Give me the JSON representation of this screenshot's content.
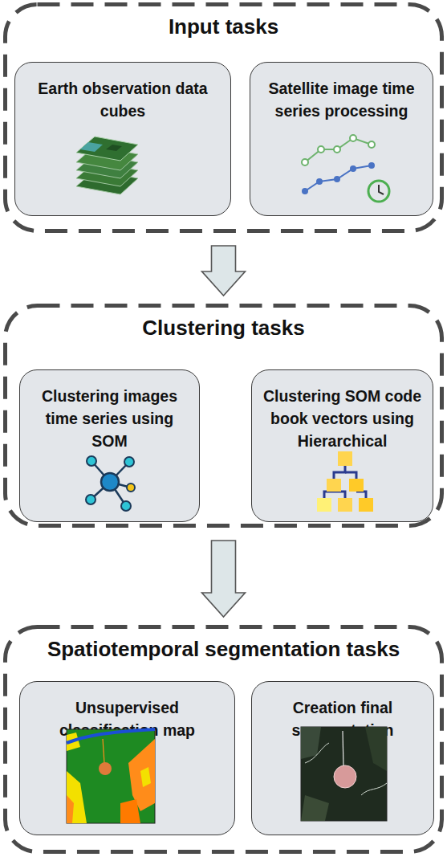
{
  "diagram": {
    "nodes": [
      {
        "text": [
          "Input tasks"
        ]
      },
      {
        "text": [
          "Earth observation data cubes"
        ],
        "in": 0
      },
      {
        "text": [
          "Satellite image time series processing"
        ],
        "in": 0
      },
      {
        "text": [
          "Clustering tasks"
        ]
      },
      {
        "text": [
          "Clustering images time series using SOM"
        ],
        "in": 3
      },
      {
        "text": [
          "Clustering SOM code book vectors using Hierarchical"
        ],
        "in": 3
      },
      {
        "text": [
          "Spatiotemporal segmentation tasks"
        ]
      },
      {
        "text": [
          "Unsupervised classification map"
        ],
        "in": 6
      },
      {
        "text": [
          "Creation final segmentation"
        ],
        "in": 6
      }
    ],
    "edges": [
      {
        "from": 0,
        "to": 3,
        "arrow": "to"
      },
      {
        "from": 3,
        "to": 6,
        "arrow": "to"
      }
    ]
  }
}
